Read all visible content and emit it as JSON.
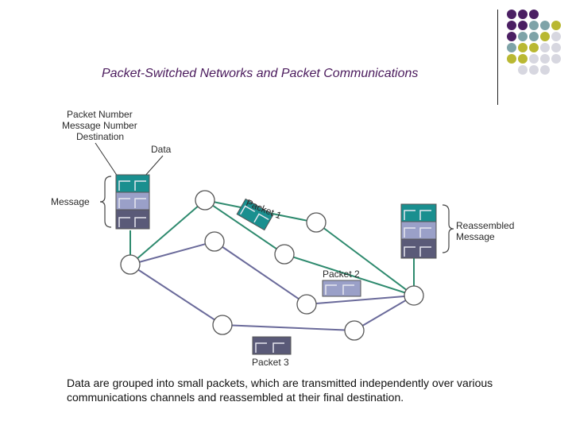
{
  "title": "Packet-Switched Networks and Packet Communications",
  "labels": {
    "header_info_lines": [
      "Packet Number",
      "Message Number",
      "Destination"
    ],
    "data": "Data",
    "message": "Message",
    "packet1": "Packet 1",
    "packet2": "Packet 2",
    "packet3": "Packet 3",
    "reassembled": [
      "Reassembled",
      "Message"
    ]
  },
  "caption": "Data are grouped into small packets, which are transmitted independently over various communications channels and reassembled at their final destination.",
  "colors": {
    "title": "#4a1a5c",
    "teal": "#1a8f8f",
    "lavender": "#9aa0c8",
    "slate": "#5a5a78",
    "link_green": "#2e8a6e",
    "link_purple": "#6a6a9a",
    "node": "#ffffff"
  },
  "decor_dots": [
    [
      "#4b1f63",
      "#4b1f63",
      "#4b1f63",
      "",
      ""
    ],
    [
      "#4b1f63",
      "#4b1f63",
      "#7ea3a8",
      "#7ea3a8",
      "#b9b832"
    ],
    [
      "#4b1f63",
      "#7ea3a8",
      "#7ea3a8",
      "#b9b832",
      "#d7d7e0"
    ],
    [
      "#7ea3a8",
      "#b9b832",
      "#b9b832",
      "#d7d7e0",
      "#d7d7e0"
    ],
    [
      "#b9b832",
      "#b9b832",
      "#d7d7e0",
      "#d7d7e0",
      "#d7d7e0"
    ],
    [
      "",
      "#d7d7e0",
      "#d7d7e0",
      "#d7d7e0",
      ""
    ]
  ]
}
